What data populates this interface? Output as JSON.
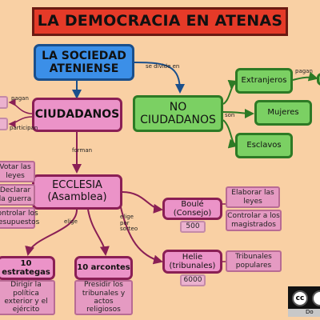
{
  "title": "LA DEMOCRACIA EN ATENAS",
  "sociedad": "LA SOCIEDAD ATENIENSE",
  "links": {
    "se_divide_en": "se divide en",
    "pagan_top": "pagan",
    "pagan_left": "pagan",
    "participan": "participan",
    "forman": "forman",
    "son": "son",
    "elige": "elige",
    "elige_por_sorteo": "elige por sorteo"
  },
  "ciudadanos": "CIUDADANOS",
  "no_ciudadanos": "NO CIUDADANOS",
  "no_ciudadanos_groups": [
    "Extranjeros",
    "Mujeres",
    "Esclavos"
  ],
  "ecclesia": {
    "name": "ECCLESIA",
    "sub": "(Asamblea)"
  },
  "ecclesia_functions": [
    "Votar las leyes",
    "Declarar la guerra",
    "Controlar los presupuestos"
  ],
  "boule": {
    "name": "Boulé (Consejo)",
    "count": "500"
  },
  "boule_functions": [
    "Elaborar las leyes",
    "Controlar a los magistrados"
  ],
  "helie": {
    "name": "Helie (tribunales)",
    "count": "6000"
  },
  "helie_functions": [
    "Tribunales populares"
  ],
  "estrategas": {
    "name": "10 estrategas",
    "desc": "Dirigir la política exterior y el ejército"
  },
  "arcontes": {
    "name": "10 arcontes",
    "desc": "Presidir los tribunales y actos religiosos"
  },
  "license": {
    "cc": "cc",
    "text": "Do"
  }
}
